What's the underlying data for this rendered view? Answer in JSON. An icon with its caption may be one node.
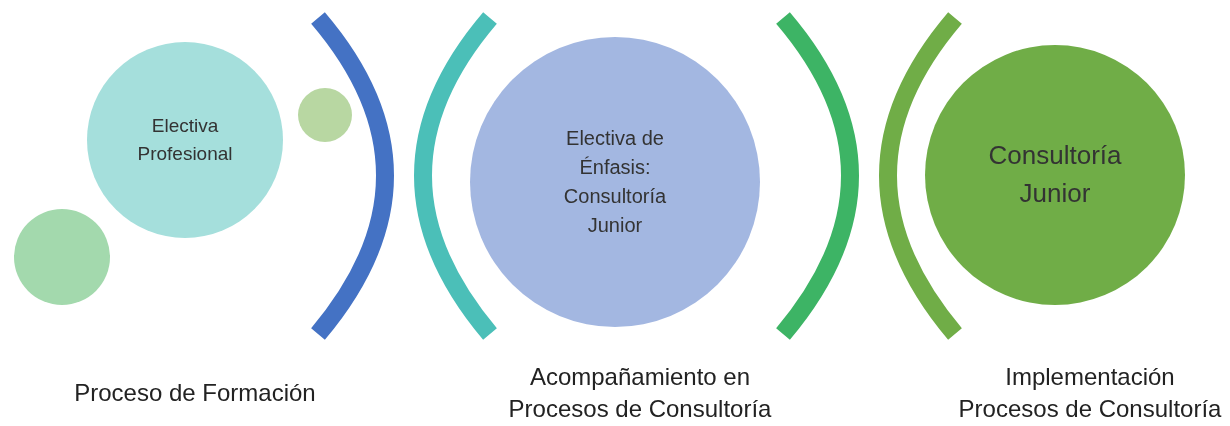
{
  "diagram": {
    "nodes": [
      {
        "text": [],
        "shape": "circle"
      },
      {
        "text": [
          "Electiva Profesional"
        ]
      },
      {
        "text": [],
        "shape": "circle"
      },
      {
        "text": [
          "Electiva de Énfasis: Consultoría Junior"
        ]
      },
      {
        "text": [
          "Consultoría Junior"
        ]
      }
    ],
    "edges": [],
    "labels": [
      "Proceso de Formación",
      "Acompañamiento en Procesos de Consultoría",
      "Implementación Procesos de Consultoría"
    ]
  }
}
